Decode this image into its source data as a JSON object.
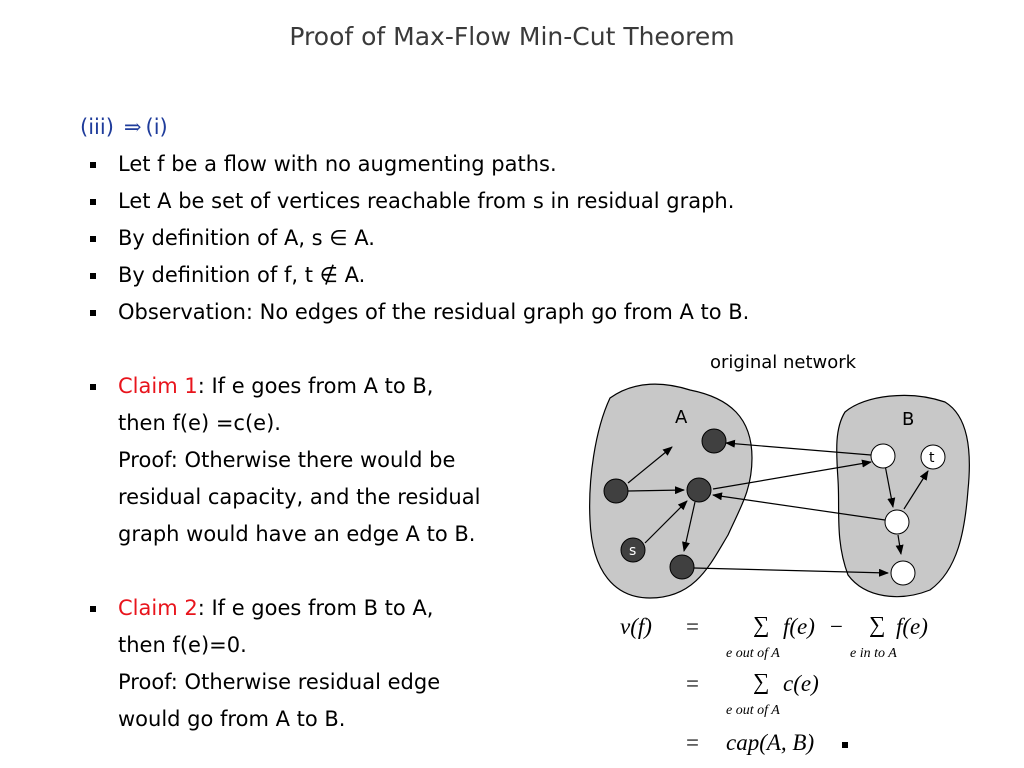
{
  "slide": {
    "title": "Proof of Max-Flow Min-Cut Theorem"
  },
  "subtitle": {
    "left": "(iii)",
    "arrow": "⇒",
    "right": "(i)"
  },
  "bullets": [
    "Let f be a flow with no augmenting paths.",
    "Let A be set of vertices reachable from s in residual graph.",
    "By definition of A, s ∈ A.",
    "By definition of f, t ∉ A.",
    "Observation: No edges of the residual graph go from A to B."
  ],
  "claim1": {
    "label": "Claim 1",
    "head": ": If e goes from A to B,",
    "lines": [
      "then f(e) =c(e).",
      "Proof: Otherwise there would be",
      "residual capacity, and the residual",
      "graph would have an edge A to B."
    ]
  },
  "claim2": {
    "label": "Claim 2",
    "head": ": If e goes from B to A,",
    "lines": [
      "then f(e)=0.",
      "Proof: Otherwise residual edge",
      "would go from A to B."
    ]
  },
  "diagram": {
    "caption": "original network",
    "set_a_label": "A",
    "set_b_label": "B",
    "source_label": "s",
    "sink_label": "t",
    "colors": {
      "region": "#c8c8c8",
      "node_a": "#404040",
      "node_b": "#ffffff"
    }
  },
  "equation": {
    "lhs": "v(f)",
    "eq": "=",
    "sum": "∑",
    "fe": "f(e)",
    "minus": "−",
    "cond_out": "e out of A",
    "cond_in": "e in to A",
    "ce": "c(e)",
    "cap": "cap(A, B)"
  }
}
